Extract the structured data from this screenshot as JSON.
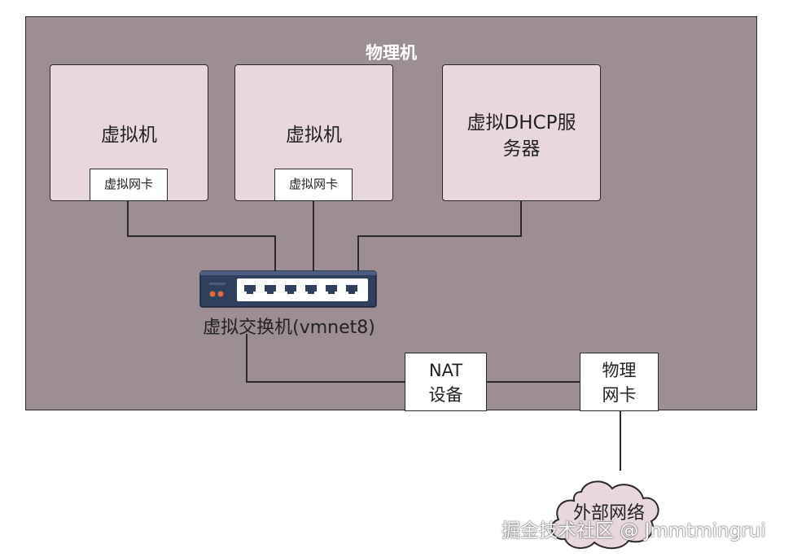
{
  "diagram": {
    "host_title": "物理机",
    "vm1": {
      "title": "虚拟机",
      "nic": "虚拟网卡"
    },
    "vm2": {
      "title": "虚拟机",
      "nic": "虚拟网卡"
    },
    "dhcp": {
      "line1": "虚拟DHCP服",
      "line2": "务器"
    },
    "switch": {
      "label": "虚拟交换机(vmnet8)"
    },
    "nat": {
      "line1": "NAT",
      "line2": "设备"
    },
    "physical_nic": {
      "line1": "物理",
      "line2": "网卡"
    },
    "external": {
      "label": "外部网络"
    },
    "watermark": "掘金技术社区 @ Jmmtmingrui",
    "colors": {
      "host_bg": "#9c8e93",
      "vm_bg": "#e8d8dc",
      "switch_body": "#2f3f5e",
      "switch_port_panel": "#ffffff",
      "switch_led": "#e06b3b",
      "cloud_fill": "#e8d8dc"
    },
    "icons": [
      "network-switch-icon",
      "cloud-icon"
    ]
  }
}
